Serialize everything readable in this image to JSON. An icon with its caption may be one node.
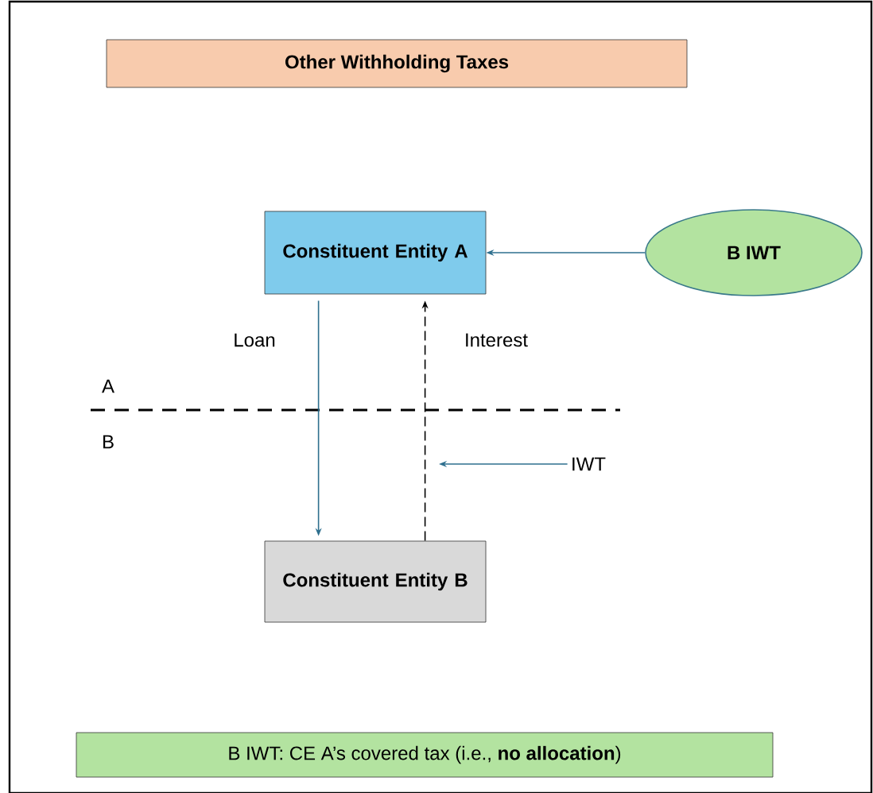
{
  "diagram": {
    "title": "Other Withholding Taxes",
    "nodes": [
      {
        "text": [
          "Constituent Entity A"
        ]
      },
      {
        "text": [
          "B IWT"
        ]
      },
      {
        "text": [
          "Constituent Entity B"
        ]
      },
      {
        "text": [
          "IWT"
        ]
      },
      {
        "text": [
          "B IWT: CE A’s covered tax (i.e., **no allocation**)"
        ]
      }
    ],
    "edges": [
      {
        "from": 1,
        "to": 0,
        "arrow": "to"
      },
      {
        "from": 0,
        "to": 2,
        "arrow": "to",
        "label": "Loan"
      },
      {
        "from": 2,
        "to": 0,
        "arrow": "to",
        "label": "Interest",
        "style": "dashed",
        "color": "#000000"
      },
      {
        "from": 3,
        "to": null,
        "arrow": "to"
      }
    ],
    "labels": [
      "A",
      "B"
    ]
  }
}
